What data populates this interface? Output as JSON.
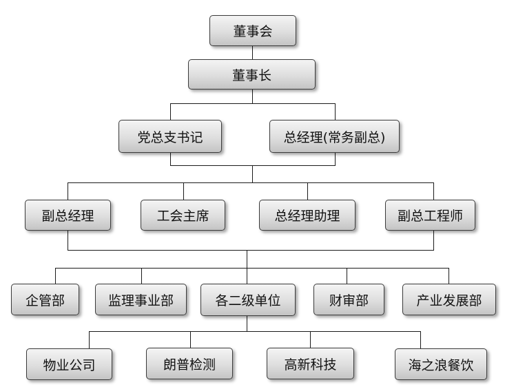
{
  "org": {
    "board": "董事会",
    "chairman": "董事长",
    "party_secretary": "党总支书记",
    "general_manager": "总经理(常务副总)",
    "deputy_gm": "副总经理",
    "union_chair": "工会主席",
    "gm_assistant": "总经理助理",
    "deputy_chief_engineer": "副总工程师",
    "enterprise_mgmt": "企管部",
    "supervision_dept": "监理事业部",
    "secondary_units": "各二级单位",
    "finance_audit": "财审部",
    "industry_dev": "产业发展部",
    "property_company": "物业公司",
    "langpu_testing": "朗普检测",
    "gaoxin_tech": "高新科技",
    "hailanglang_catering": "海之浪餐饮"
  }
}
